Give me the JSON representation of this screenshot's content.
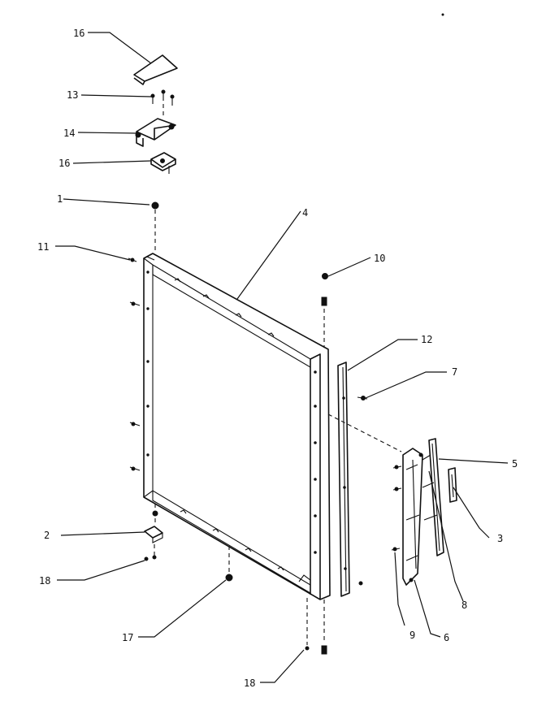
{
  "callouts": [
    {
      "id": "c16a",
      "label": "16"
    },
    {
      "id": "c13",
      "label": "13"
    },
    {
      "id": "c14",
      "label": "14"
    },
    {
      "id": "c16b",
      "label": "16"
    },
    {
      "id": "c1",
      "label": "1"
    },
    {
      "id": "c11",
      "label": "11"
    },
    {
      "id": "c4",
      "label": "4"
    },
    {
      "id": "c10",
      "label": "10"
    },
    {
      "id": "c12",
      "label": "12"
    },
    {
      "id": "c7",
      "label": "7"
    },
    {
      "id": "c5",
      "label": "5"
    },
    {
      "id": "c3",
      "label": "3"
    },
    {
      "id": "c2",
      "label": "2"
    },
    {
      "id": "c18a",
      "label": "18"
    },
    {
      "id": "c17",
      "label": "17"
    },
    {
      "id": "c8",
      "label": "8"
    },
    {
      "id": "c6",
      "label": "6"
    },
    {
      "id": "c9",
      "label": "9"
    },
    {
      "id": "c18b",
      "label": "18"
    }
  ]
}
